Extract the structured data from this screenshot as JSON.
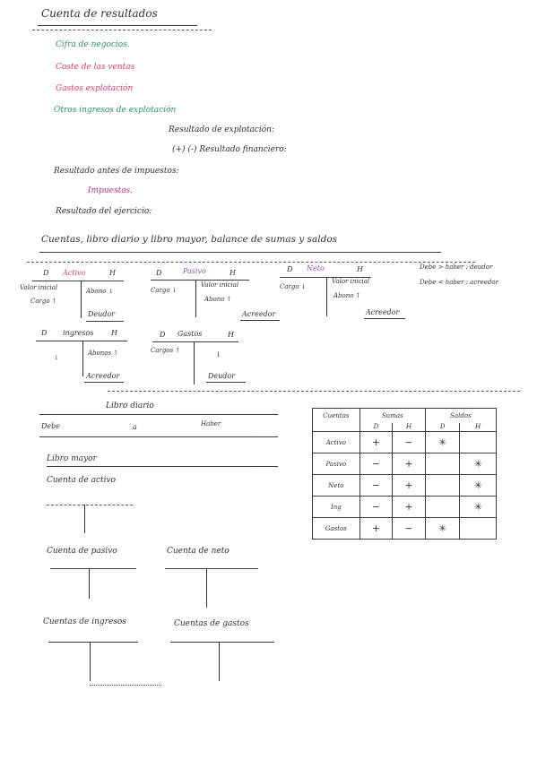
{
  "colors": {
    "ink": "#2f2f3a",
    "green": "#2a8f6a",
    "pink": "#d23f6f",
    "purple": "#8a4fb0",
    "magenta": "#c0308a"
  },
  "heading": "Cuenta de resultados",
  "results": {
    "cifra": "Cifra de negocios.",
    "coste": "Coste de las ventas",
    "gastos": "Gastos explotación",
    "otros": "Otros ingresos de explotación",
    "res_explot": "Resultado de explotación:",
    "res_fin": "(+) (-) Resultado financiero:",
    "res_antes": "Resultado antes de impuestos:",
    "impuestos": "Impuestos.",
    "res_ejercicio": "Resultado del ejercicio:"
  },
  "subheading": "Cuentas, libro diario y libro mayor, balance de sumas y saldos",
  "t_accounts": {
    "activo": {
      "d": "D",
      "title": "Activo",
      "h": "H",
      "left_top": "Valor inicial",
      "left_bottom": "Cargo ↑",
      "right_top": "Abono ↓",
      "bottom": "Deudor"
    },
    "pasivo": {
      "d": "D",
      "title": "Pasivo",
      "h": "H",
      "left": "Cargo ↓",
      "right_top": "Valor inicial",
      "right_mid": "Abono ↑",
      "bottom": "Acreedor"
    },
    "neto": {
      "d": "D",
      "title": "Neto",
      "h": "H",
      "left": "Cargo ↓",
      "right_top": "Valor inicial",
      "right_mid": "Abono ↑",
      "bottom": "Acreedor"
    },
    "ingresos": {
      "d": "D",
      "title": "ingresos",
      "h": "H",
      "left": "↓",
      "right": "Abonos ↑",
      "bottom": "Acreedor"
    },
    "gastos": {
      "d": "D",
      "title": "Gastos",
      "h": "H",
      "left": "Cargos ↑",
      "right": "↓",
      "bottom": "Deudor"
    }
  },
  "rules": {
    "rule1": "Debe > haber : deudor",
    "rule2": "Debe < haber : acreedor"
  },
  "libro_diario": {
    "title": "Libro diario",
    "debe": "Debe",
    "a": "a",
    "haber": "Haber"
  },
  "libro_mayor": {
    "title": "Libro mayor",
    "cuenta_activo": "Cuenta de activo",
    "cuenta_pasivo": "Cuenta de pasivo",
    "cuenta_neto": "Cuenta de neto",
    "cuenta_ingresos": "Cuentas de ingresos",
    "cuenta_gastos": "Cuentas de gastos"
  },
  "sumas_saldos": {
    "headers": [
      "Cuentas",
      "Sumas",
      "Saldos"
    ],
    "sub": [
      "D",
      "H",
      "D",
      "H"
    ],
    "rows": [
      {
        "name": "Activo",
        "cells": [
          "+",
          "−",
          "✳",
          ""
        ]
      },
      {
        "name": "Pasivo",
        "cells": [
          "−",
          "+",
          "",
          "✳"
        ]
      },
      {
        "name": "Neto",
        "cells": [
          "−",
          "+",
          "",
          "✳"
        ]
      },
      {
        "name": "Ing",
        "cells": [
          "−",
          "+",
          "",
          "✳"
        ]
      },
      {
        "name": "Gastos",
        "cells": [
          "+",
          "−",
          "✳",
          ""
        ]
      }
    ]
  }
}
